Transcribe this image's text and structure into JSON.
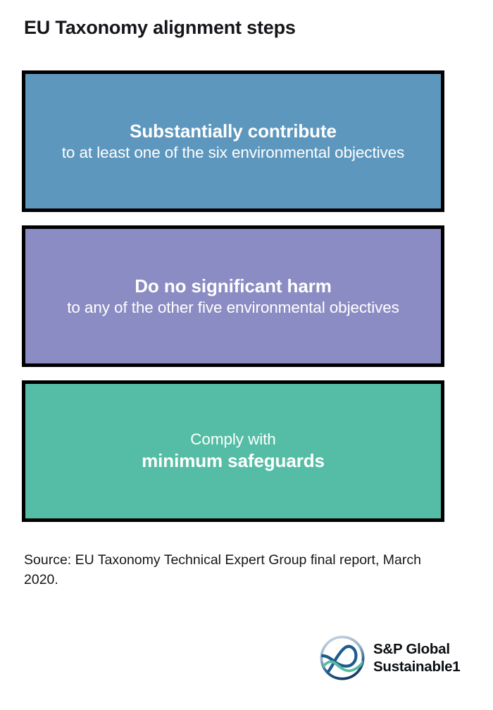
{
  "page": {
    "title": "EU Taxonomy alignment steps",
    "background_color": "#ffffff",
    "text_color": "#14161a"
  },
  "steps": [
    {
      "name": "substantially-contribute",
      "fill_color": "#5d97bd",
      "border_color": "#000000",
      "lines": [
        {
          "text": "Substantially contribute",
          "emphasis": "bold"
        },
        {
          "text": "to at least one of the six environmental objectives",
          "emphasis": "regular"
        }
      ]
    },
    {
      "name": "do-no-significant-harm",
      "fill_color": "#8c8cc4",
      "border_color": "#000000",
      "lines": [
        {
          "text": "Do no significant harm",
          "emphasis": "bold"
        },
        {
          "text": "to any of the other five environmental objectives",
          "emphasis": "regular"
        }
      ]
    },
    {
      "name": "minimum-safeguards",
      "fill_color": "#55bda5",
      "border_color": "#000000",
      "lines": [
        {
          "text": "Comply with",
          "emphasis": "regular"
        },
        {
          "text": "minimum safeguards",
          "emphasis": "bold"
        }
      ]
    }
  ],
  "source": {
    "text": "Source: EU Taxonomy Technical Expert Group final report, March 2020."
  },
  "logo": {
    "icon": "sp-global-sustainable1-circle-wave-logo",
    "line1": "S&P Global",
    "line2": "Sustainable1",
    "colors": {
      "ring_top": "#b9cbdc",
      "ring_bottom": "#123b63",
      "wave_navy": "#1d5a8e",
      "wave_teal": "#57bda0",
      "wordmark": "#0b0e12"
    }
  }
}
